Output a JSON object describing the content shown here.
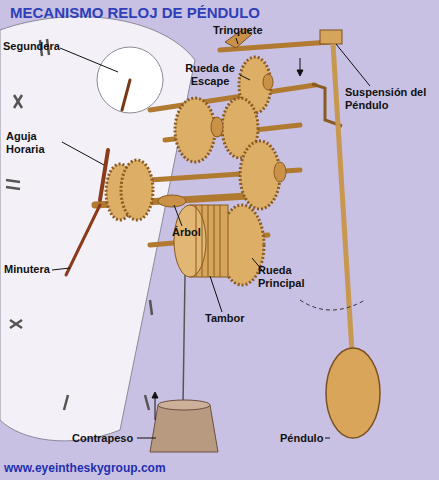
{
  "diagram": {
    "title": "MECANISMO RELOJ DE PÉNDULO",
    "labels": [
      "Segundera",
      "Trinquete",
      "Rueda de Escape",
      "Suspensión del Péndulo",
      "Aguja Horaria",
      "Árbol",
      "Minutera",
      "Rueda Principal",
      "Tambor",
      "Contrapeso",
      "Péndulo",
      "www.eyeintheskygroup.com"
    ]
  }
}
